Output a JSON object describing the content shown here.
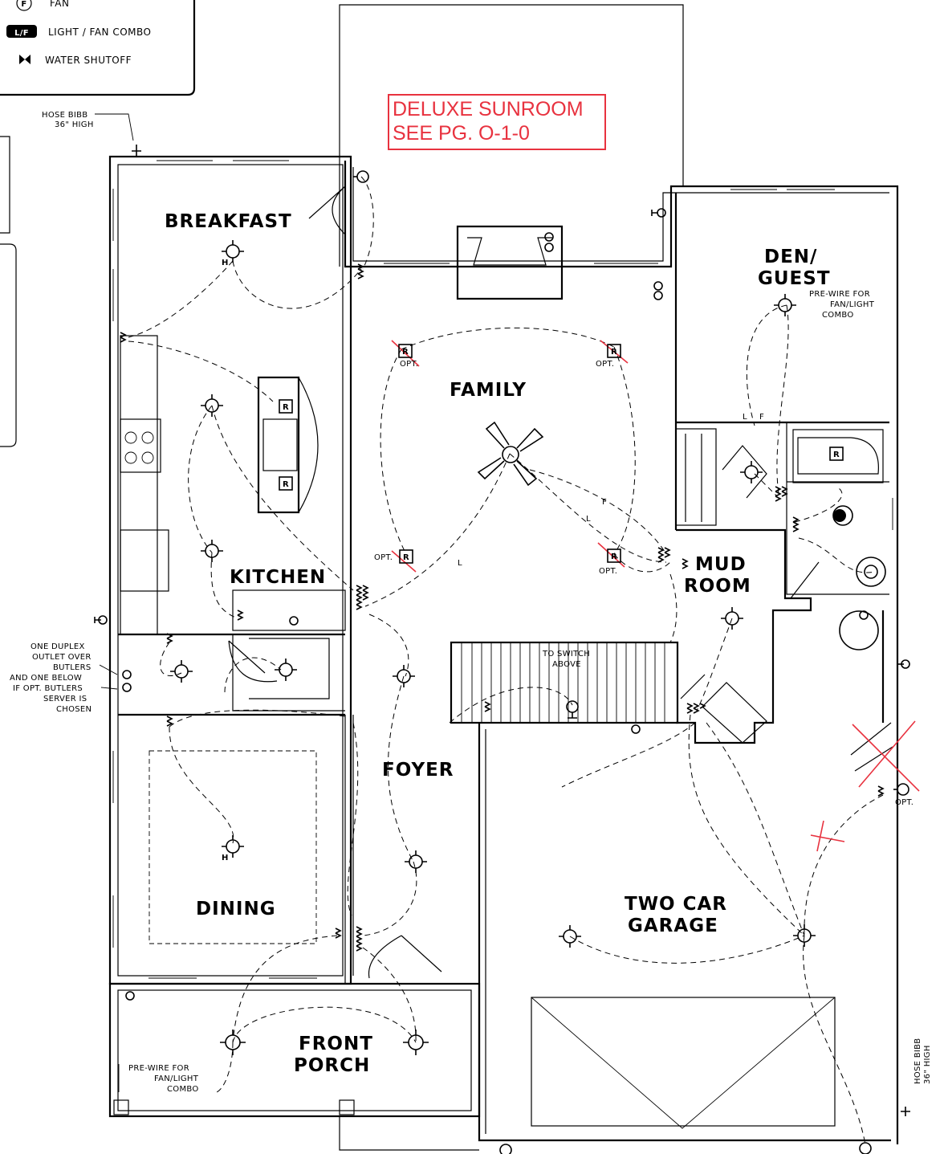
{
  "legend": {
    "fan_symbol": "F",
    "fan_label": "FAN",
    "combo_symbol": "L/F",
    "combo_label": "LIGHT / FAN COMBO",
    "shutoff_label": "WATER SHUTOFF"
  },
  "sunroom_note": {
    "line1": "DELUXE SUNROOM",
    "line2": "SEE PG. O-1-0",
    "color": "#e8323f"
  },
  "rooms": {
    "breakfast": "BREAKFAST",
    "family": "FAMILY",
    "kitchen": "KITCHEN",
    "den_line1": "DEN/",
    "den_line2": "GUEST",
    "mud_line1": "MUD",
    "mud_line2": "ROOM",
    "foyer": "FOYER",
    "dining": "DINING",
    "garage_line1": "TWO CAR",
    "garage_line2": "GARAGE",
    "porch_line1": "FRONT",
    "porch_line2": "PORCH"
  },
  "notes": {
    "hose_bibb_top_line1": "HOSE BIBB",
    "hose_bibb_top_line2": "36\" HIGH",
    "hose_bibb_right_line1": "HOSE BIBB",
    "hose_bibb_right_line2": "36\" HIGH",
    "den_prewire_line1": "PRE-WIRE FOR",
    "den_prewire_line2": "FAN/LIGHT",
    "den_prewire_line3": "COMBO",
    "porch_prewire_line1": "PRE-WIRE FOR",
    "porch_prewire_line2": "FAN/LIGHT",
    "porch_prewire_line3": "COMBO",
    "butlers_line1": "ONE DUPLEX",
    "butlers_line2": "OUTLET OVER",
    "butlers_line3": "BUTLERS",
    "butlers_line4": "AND ONE BELOW",
    "butlers_line5": "IF OPT. BUTLERS",
    "butlers_line6": "SERVER IS",
    "butlers_line7": "CHOSEN",
    "to_switch_line1": "TO SWITCH",
    "to_switch_line2": "ABOVE",
    "opt": "OPT.",
    "l": "L",
    "f": "F",
    "lf_l": "L",
    "lf_f": "F",
    "recessed": "R",
    "h": "H"
  }
}
